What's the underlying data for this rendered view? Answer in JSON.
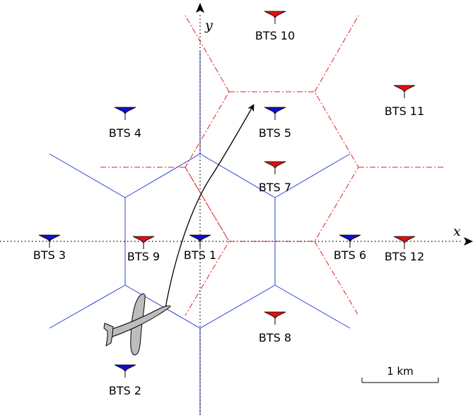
{
  "axes": {
    "x_label": "x",
    "y_label": "y"
  },
  "scale_bar": {
    "label": "1 km"
  },
  "stations": [
    {
      "label": "BTS 1",
      "color": "#1010c8"
    },
    {
      "label": "BTS 2",
      "color": "#1010c8"
    },
    {
      "label": "BTS 3",
      "color": "#1010c8"
    },
    {
      "label": "BTS 4",
      "color": "#1010c8"
    },
    {
      "label": "BTS 5",
      "color": "#1010c8"
    },
    {
      "label": "BTS 6",
      "color": "#1010c8"
    },
    {
      "label": "BTS 7",
      "color": "#e01010"
    },
    {
      "label": "BTS 8",
      "color": "#e01010"
    },
    {
      "label": "BTS 9",
      "color": "#e01010"
    },
    {
      "label": "BTS 10",
      "color": "#e01010"
    },
    {
      "label": "BTS 11",
      "color": "#e01010"
    },
    {
      "label": "BTS 12",
      "color": "#e01010"
    }
  ],
  "colors": {
    "blue_cell_edge": "#2a3fd6",
    "red_cell_edge": "#e02020",
    "axis": "#000000",
    "aircraft_fill": "#bdbdbd"
  }
}
